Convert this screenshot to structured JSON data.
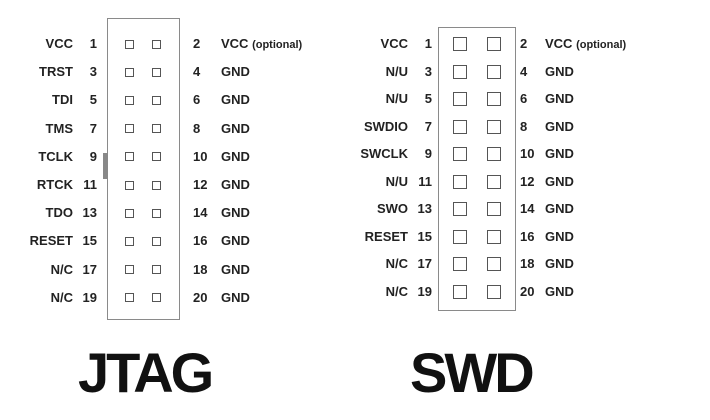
{
  "jtag": {
    "title": "JTAG",
    "left_pins": [
      {
        "label": "VCC",
        "num": "1"
      },
      {
        "label": "TRST",
        "num": "3"
      },
      {
        "label": "TDI",
        "num": "5"
      },
      {
        "label": "TMS",
        "num": "7"
      },
      {
        "label": "TCLK",
        "num": "9"
      },
      {
        "label": "RTCK",
        "num": "11"
      },
      {
        "label": "TDO",
        "num": "13"
      },
      {
        "label": "RESET",
        "num": "15"
      },
      {
        "label": "N/C",
        "num": "17"
      },
      {
        "label": "N/C",
        "num": "19"
      }
    ],
    "right_pins": [
      {
        "num": "2",
        "label": "VCC",
        "note": "(optional)"
      },
      {
        "num": "4",
        "label": "GND",
        "note": ""
      },
      {
        "num": "6",
        "label": "GND",
        "note": ""
      },
      {
        "num": "8",
        "label": "GND",
        "note": ""
      },
      {
        "num": "10",
        "label": "GND",
        "note": ""
      },
      {
        "num": "12",
        "label": "GND",
        "note": ""
      },
      {
        "num": "14",
        "label": "GND",
        "note": ""
      },
      {
        "num": "16",
        "label": "GND",
        "note": ""
      },
      {
        "num": "18",
        "label": "GND",
        "note": ""
      },
      {
        "num": "20",
        "label": "GND",
        "note": ""
      }
    ]
  },
  "swd": {
    "title": "SWD",
    "left_pins": [
      {
        "label": "VCC",
        "num": "1"
      },
      {
        "label": "N/U",
        "num": "3"
      },
      {
        "label": "N/U",
        "num": "5"
      },
      {
        "label": "SWDIO",
        "num": "7"
      },
      {
        "label": "SWCLK",
        "num": "9"
      },
      {
        "label": "N/U",
        "num": "11"
      },
      {
        "label": "SWO",
        "num": "13"
      },
      {
        "label": "RESET",
        "num": "15"
      },
      {
        "label": "N/C",
        "num": "17"
      },
      {
        "label": "N/C",
        "num": "19"
      }
    ],
    "right_pins": [
      {
        "num": "2",
        "label": "VCC",
        "note": "(optional)"
      },
      {
        "num": "4",
        "label": "GND",
        "note": ""
      },
      {
        "num": "6",
        "label": "GND",
        "note": ""
      },
      {
        "num": "8",
        "label": "GND",
        "note": ""
      },
      {
        "num": "10",
        "label": "GND",
        "note": ""
      },
      {
        "num": "12",
        "label": "GND",
        "note": ""
      },
      {
        "num": "14",
        "label": "GND",
        "note": ""
      },
      {
        "num": "16",
        "label": "GND",
        "note": ""
      },
      {
        "num": "18",
        "label": "GND",
        "note": ""
      },
      {
        "num": "20",
        "label": "GND",
        "note": ""
      }
    ]
  }
}
